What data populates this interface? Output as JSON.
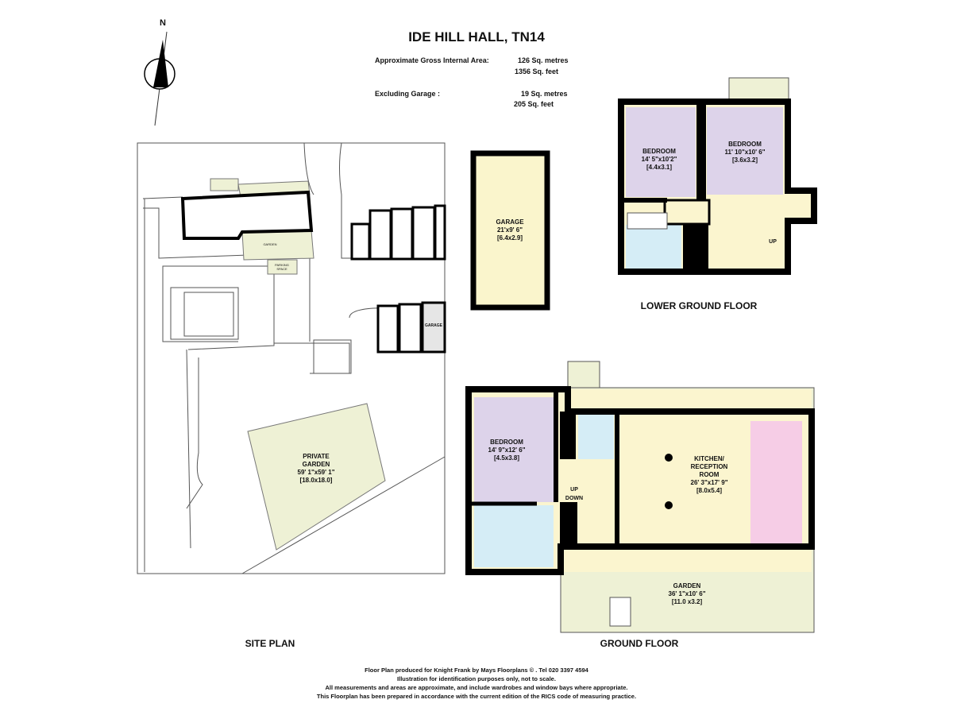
{
  "title": "IDE HILL HALL, TN14",
  "areas": {
    "gross_label": "Approximate Gross Internal Area:",
    "gross_metres": "126 Sq. metres",
    "gross_feet": "1356 Sq. feet",
    "excl_label": "Excluding Garage :",
    "excl_metres": "19 Sq. metres",
    "excl_feet": "205 Sq. feet"
  },
  "compass": {
    "label": "N",
    "icon": "north-arrow-icon"
  },
  "site_plan": {
    "label": "SITE PLAN",
    "garden_small": "GARDEN",
    "parking": "PARKING SPACE",
    "garage": "GARAGE",
    "private_garden": {
      "name": "PRIVATE GARDEN",
      "imperial": "59' 1\"x59' 1\"",
      "metric": "[18.0x18.0]"
    }
  },
  "garage_plan": {
    "name": "GARAGE",
    "imperial": "21'x9' 6\"",
    "metric": "[6.4x2.9]"
  },
  "lower_ground": {
    "label": "LOWER GROUND FLOOR",
    "rooms": [
      {
        "name": "BEDROOM",
        "imperial": "14' 5\"x10'2\"",
        "metric": "[4.4x3.1]"
      },
      {
        "name": "BEDROOM",
        "imperial": "11' 10\"x10' 6\"",
        "metric": "[3.6x3.2]"
      }
    ],
    "stair": "UP"
  },
  "ground": {
    "label": "GROUND FLOOR",
    "rooms": [
      {
        "name": "BEDROOM",
        "imperial": "14' 9\"x12' 6\"",
        "metric": "[4.5x3.8]"
      },
      {
        "name": "KITCHEN/ RECEPTION ROOM",
        "imperial": "26' 3\"x17' 9\"",
        "metric": "[8.0x5.4]"
      },
      {
        "name": "GARDEN",
        "imperial": "36' 1\"x10' 6\"",
        "metric": "[11.0 x3.2]"
      }
    ],
    "stair_up": "UP",
    "stair_down": "DOWN"
  },
  "footer": [
    "Floor Plan produced for Knight Frank by Mays Floorplans © . Tel 020 3397 4594",
    "Illustration for identification purposes only, not to scale.",
    "All measurements and areas are approximate, and include wardrobes and window bays where appropriate.",
    "This Floorplan has been prepared in accordance with the current edition of the RICS code of measuring practice."
  ],
  "colors": {
    "bedroom": "#ddd3ea",
    "hall": "#fbf5cf",
    "bath": "#d5edf6",
    "kitchen": "#f6cde6",
    "garden": "#eef1d5",
    "wall": "#000000"
  }
}
